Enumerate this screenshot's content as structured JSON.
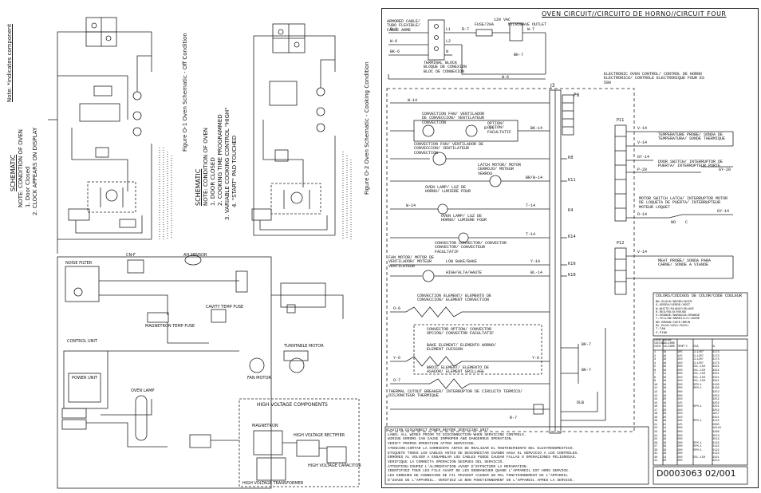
{
  "left_sheet": {
    "note": "Note: *indicates component",
    "schematic_1": {
      "title": "SCHEMATIC",
      "lines": [
        "NOTE: CONDITION OF OVEN",
        "1. Door Closed",
        "2. CLOCK APPEARS ON DISPLAY"
      ]
    },
    "figure_1_caption": "Figure O-1 Oven Schematic - Off Condition",
    "schematic_2": {
      "title": "SCHEMATIC",
      "lines": [
        "NOTE: CONDITION OF OVEN",
        "1. DOOR CLOSED",
        "2. COOKING TIME PROGRAMMED",
        "3. VARIABLE COOKING CONTROL \"HIGH\"",
        "4. \"START\" PAD TOUCHED"
      ]
    },
    "figure_2_caption": "Figure O-2 Oven Schematic - Cooking Condition",
    "hv_label": "HIGH VOLTAGE COMPONENTS",
    "small_labels": [
      "CN-F",
      "AH SENSOR",
      "MAGNETRON TEMP FUSE",
      "CAVITY TEMP FUSE",
      "TURNTABLE MOTOR",
      "FAN MOTOR",
      "OVEN LAMP",
      "POWER UNIT",
      "CONTROL UNIT",
      "MAGNETRON",
      "HIGH VOLTAGE CAPACITOR",
      "HIGH VOLTAGE RECTIFIER",
      "HIGH VOLTAGE TRANSFORMER",
      "NOISE FILTER"
    ]
  },
  "right_sheet": {
    "title": "OVEN CIRCUIT//CIRCUITO DE HORNO//CIRCUIT FOUR",
    "top_labels": {
      "armored": "ARMORED CABLE/ TUBO FLEXIBLE/ CABLE ARME",
      "fuse": "FUSE/20A",
      "vac": "120 VAC",
      "outlet": "MICROWAVE OUTLET",
      "terminal": "TERMINAL BLOCK BLOQUE DE CONEXION BLOC DE CONNEXION",
      "ground": "GROUND"
    },
    "wire_labels": [
      "R-6",
      "W-6",
      "BK-6",
      "L1",
      "L2",
      "N",
      "R-7",
      "W-7",
      "BK-7",
      "W-6",
      "W-14",
      "R-14",
      "BK-14",
      "BR/W-14",
      "W-14",
      "T-14",
      "T-14",
      "Y-14",
      "BL-14",
      "O-6",
      "Y-6",
      "Y-6",
      "O-7",
      "BK-7",
      "BK-7",
      "R-7",
      "DLB"
    ],
    "components": [
      "CONVECTION FAN/ VENTILADOR DE CONVECCION/ VENTILATEUR CONVECTION",
      "OPTION/ OPCION/ FACULTATIF",
      "CONVECTION FAN/ VENTILADOR DE CONVECCION/ VENTILATEUR CONVECTION",
      "LATCH MOTOR/ MOTOR CERROJO/ MOTEUR VERROU",
      "OVEN LAMP/ LUZ DE HORNO/ LUMIERE FOUR",
      "OVEN LAMP/ LUZ DE HORNO/ LUMIERE FOUR",
      "CONVECTOR CONVECTOR/ CONVECTOR CONVECTOR/ CONVECTEUR FACULTATIF",
      "FAN MOTOR/ MOTOR DE VENTILADOR/ MOTEUR VENTILATEUR",
      "LOW BAKE/BAKE",
      "HIGH/ALTA/HAUTE",
      "CONVECTION ELEMENT/ ELEMENTO DE CONVECCION/ ELEMENT CONVECTION",
      "CONVECTOR OPTION/ CONVECTOR OPCION/ CONVECTOR FACULTATIF",
      "BAKE ELEMENT/ ELEMENTO HORNO/ ELEMENT CUISSON",
      "BROIL ELEMENT/ ELEMENTO DE ASADOR/ ELEMENT GRILLAGE",
      "THERMAL CUTOUT BREAKER/ INTERRUPTOR DE CIRCUITO TERMICO/ DISJONCTEUR THERMIQUE"
    ],
    "relay_labels": [
      "J3",
      "P6",
      "K8",
      "K11",
      "K4",
      "K14",
      "K16",
      "K18",
      "P11",
      "P12"
    ],
    "control_label": "ELECTRONIC OVEN CONTROL/ CONTROL DE HORNO ELECTRONICO/ CONTROLE ELECTRONIQUE FOUR ES 500",
    "right_components": [
      "TEMPERATURE PROBE/ SONDA DE TEMPERATURA/ SONDE THERMIQUE",
      "DOOR SWITCH/ INTERRUPTOR DE PUERTA/ INTERRUPTEUR PORTE",
      "MOTOR SWITCH LATCH/ INTERRUPTOR MOTOR DE LOQUETA DE PUERTA/ INTERRUPTEUR MOTEUR LOQUET",
      "MEAT PROBE/ SONDA PARA CARNE/ SONDE A VIANDE"
    ],
    "right_wire_labels": [
      "V-14",
      "V-14",
      "GY-14",
      "P-20",
      "GY-20",
      "O-14",
      "GY-14",
      "NO",
      "C",
      "V-14"
    ],
    "color_legend_title": "COLORS/CODIGOS DE COLOR/CODE COULEUR",
    "color_legend": [
      "BK-BLACK/NEGRO/NOIR",
      "G-GREEN/VERDE/VERT",
      "W-WHITE/BLANCO/BLANC",
      "R-RED/ROJO/ROUGE",
      "O-ORANGE/NARANJA/ORANGE",
      "Y-YELLOW/AMARILLO/JAUNE",
      "BR-BROWN/CAFE/BRUN",
      "BL-BLUE/AZUL/BLEU",
      "T-TAN",
      "P-PINK"
    ],
    "table_headers": [
      "CODE CODIGO CODE",
      "GAUGE CALIBRE CALIBRE",
      "TEMP°C",
      "CSA",
      "UL"
    ],
    "table_rows": [
      [
        "1",
        "18",
        "105",
        "CL1207",
        "3173"
      ],
      [
        "2",
        "18",
        "125",
        "CL1207",
        "3173"
      ],
      [
        "3",
        "18",
        "150",
        "CL1207",
        "3173"
      ],
      [
        "4",
        "16",
        "150",
        "CL1207",
        "3173"
      ],
      [
        "5",
        "18",
        "200",
        "EXL-150",
        "3321"
      ],
      [
        "6",
        "16",
        "200",
        "EXL-150",
        "3321"
      ],
      [
        "7",
        "14",
        "200",
        "EXL-150",
        "3321"
      ],
      [
        "8",
        "18",
        "150",
        "EXL-150",
        "3321"
      ],
      [
        "9",
        "16",
        "150",
        "EXL-150",
        "3321"
      ],
      [
        "10",
        "18",
        "200",
        "SFM-1",
        "3120"
      ],
      [
        "11",
        "18",
        "200",
        "SFM-1",
        "3120"
      ],
      [
        "12",
        "16",
        "200",
        "",
        "3252"
      ],
      [
        "13",
        "16",
        "200",
        "",
        "3252"
      ],
      [
        "14",
        "20",
        "150",
        "",
        "3252"
      ],
      [
        "15",
        "18",
        "125",
        "",
        "3252"
      ],
      [
        "16",
        "14",
        "150",
        "SFM-1",
        "3321"
      ],
      [
        "17",
        "20",
        "150",
        "",
        "3252"
      ],
      [
        "18",
        "20",
        "150",
        "",
        "1617"
      ],
      [
        "19",
        "20",
        "150",
        "",
        "3321"
      ],
      [
        "20",
        "18",
        "105",
        "SFM-1",
        "3122"
      ],
      [
        "21",
        "22",
        "125",
        "",
        "5090"
      ],
      [
        "22",
        "14",
        "200",
        "",
        "10110"
      ],
      [
        "23",
        "20",
        "200",
        "",
        "3266"
      ],
      [
        "24",
        "18",
        "200",
        "",
        "3513"
      ],
      [
        "25",
        "18",
        "200",
        "",
        "3513"
      ],
      [
        "26",
        "16",
        "200",
        "SFM-1",
        "3122"
      ],
      [
        "27",
        "16",
        "200",
        "SFM-1",
        "3122"
      ],
      [
        "30",
        "18",
        "200",
        "SFM-1",
        "3122"
      ],
      [
        "31",
        "16",
        "200",
        "",
        "3122"
      ],
      [
        "40",
        "14",
        "200",
        "EXL-150",
        "3321"
      ],
      [
        "41",
        "20",
        "200",
        "",
        "3213"
      ]
    ],
    "caution_text": [
      "CAUTION:DISCONNECT POWER BEFORE SERVICING UNIT.",
      "LABEL ALL WIRES PRIOR TO DISCONNECTION WHEN SERVICING CONTROLS.",
      "WIRING ERRORS CAN CAUSE IMPROPER AND DANGEROUS OPERATION.",
      "VERIFY PROPER OPERATION AFTER SERVICING.",
      "ATENCION:CORTAR LA CORRIENTE ANTES DE REALIZAR EL MANTENIMIENTO DEL ELECTRODOMESTICO.",
      "ETIQUETE TODOS LOS CABLES ANTES DE DESCONECTAR CUANDO HAGA EL SERVICIO A LOS CONTROLES.",
      "ERRORES AL VOLVER A ENSAMBLAR LOS CABLES PUEDE CAUSAR FALLAS O OPERACIONES PELIGROSAS.",
      "VERIFIQUE LA CORRECTA OPERACION DESPUES DEL SERVICIO.",
      "ATTENTION:COUPEZ L'ALIMENTATION AVANT D'EFFECTUER LA REPARATION.",
      "IDENTIFIEZ TOUS LES FILS AVANT DE LES DEBRANCHER QUAND L'APPAREIL EST HORS SERVICE.",
      "LES ERREURS DE CONNEXION DE FIL PEUVENT CAUSER UN MAL FONCTIONNEMENT DE L'APPAREIL",
      "D'USAGE DE L'APPAREIL. VERIFIEZ LE BON FONCTIONNEMENT DE L'APPAREIL APRES LA SERVICE."
    ],
    "part_number": "D0003063 02/001"
  }
}
